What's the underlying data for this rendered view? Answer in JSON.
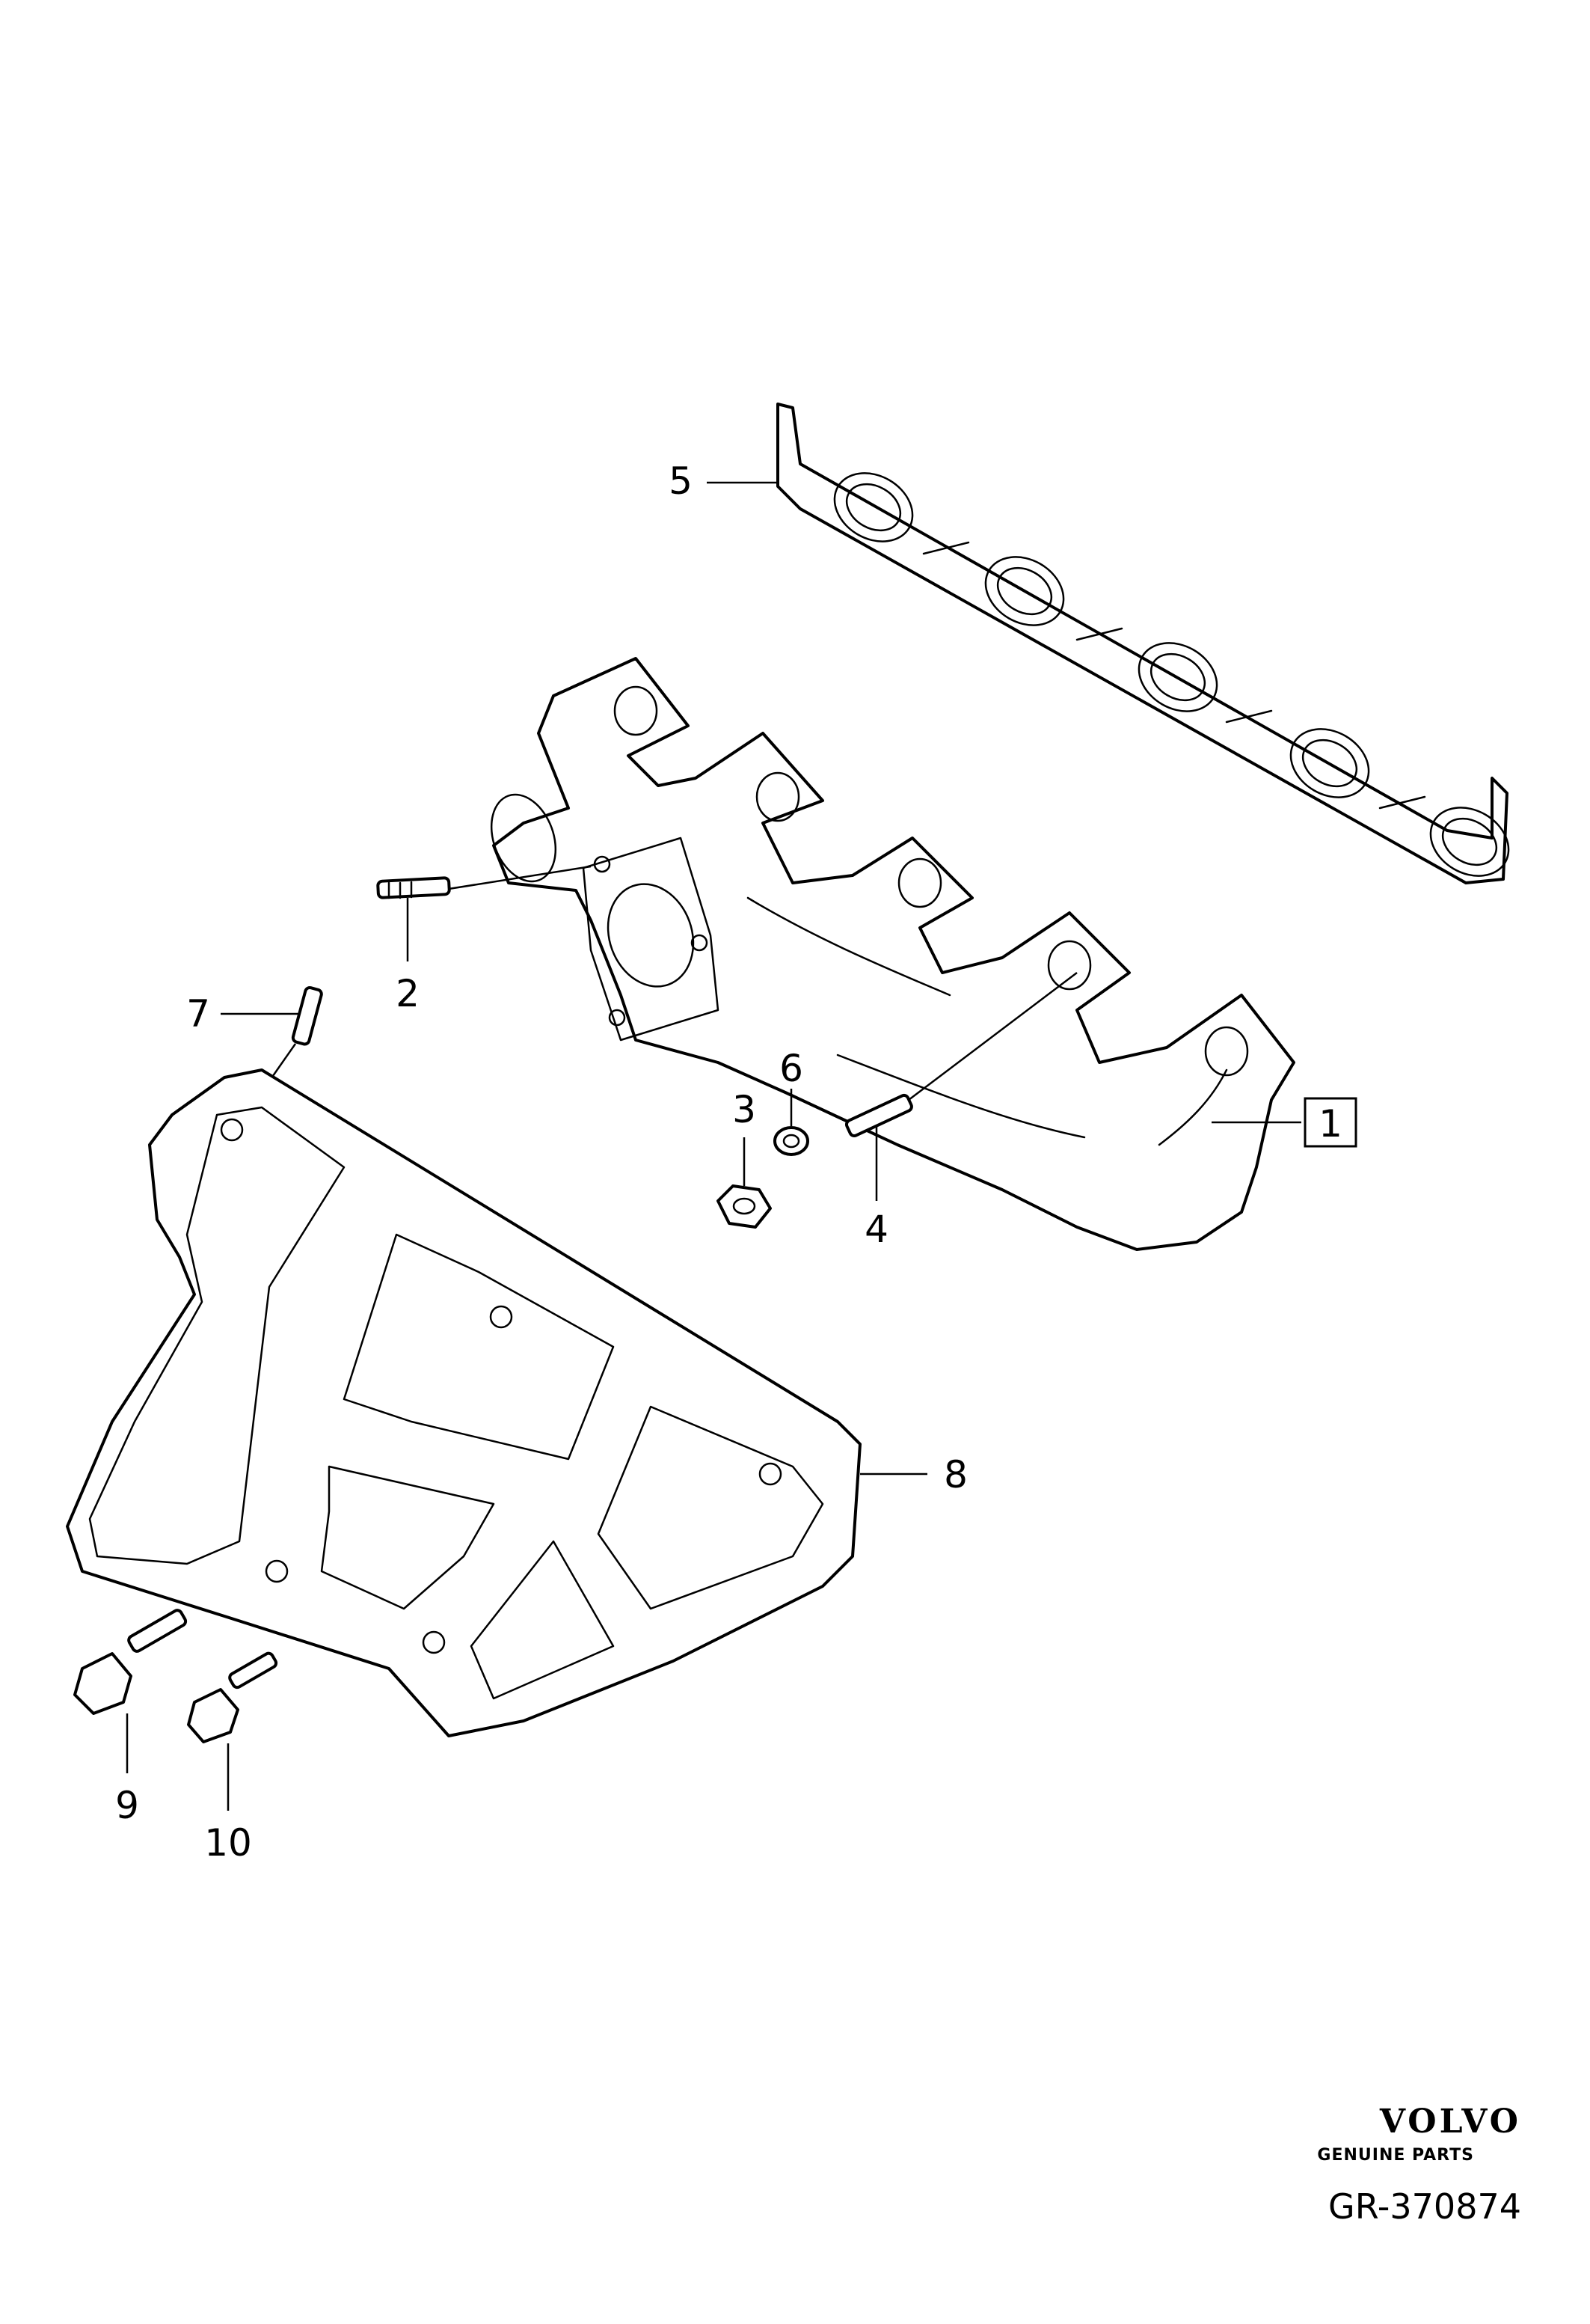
{
  "diagram": {
    "callouts": [
      {
        "id": "1",
        "label": "1",
        "boxed": true
      },
      {
        "id": "2",
        "label": "2"
      },
      {
        "id": "3",
        "label": "3"
      },
      {
        "id": "4",
        "label": "4"
      },
      {
        "id": "5",
        "label": "5"
      },
      {
        "id": "6",
        "label": "6"
      },
      {
        "id": "7",
        "label": "7"
      },
      {
        "id": "8",
        "label": "8"
      },
      {
        "id": "9",
        "label": "9"
      },
      {
        "id": "10",
        "label": "10"
      }
    ]
  },
  "footer": {
    "brand": "VOLVO",
    "brand_sub": "GENUINE PARTS",
    "reference": "GR-370874"
  }
}
